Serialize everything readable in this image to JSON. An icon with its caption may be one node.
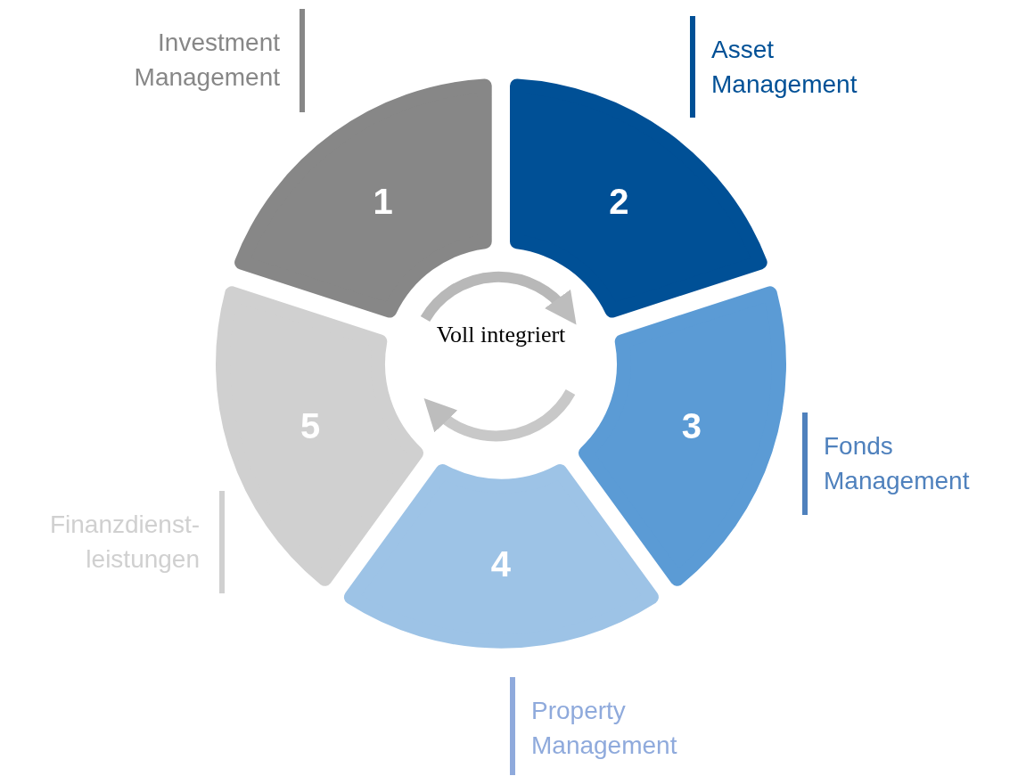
{
  "diagram": {
    "nodes": [
      {
        "text": [
          "1"
        ],
        "beside": [
          "Investment Management"
        ]
      },
      {
        "text": [
          "2"
        ],
        "beside": [
          "Asset Management"
        ]
      },
      {
        "text": [
          "3"
        ],
        "beside": [
          "Fonds Management"
        ]
      },
      {
        "text": [
          "4"
        ],
        "beside": [
          "Property Management"
        ]
      },
      {
        "text": [
          "5"
        ],
        "beside": [
          "Finanzdienst- leistungen"
        ]
      },
      {
        "text": [
          "Voll integriert"
        ]
      }
    ]
  }
}
